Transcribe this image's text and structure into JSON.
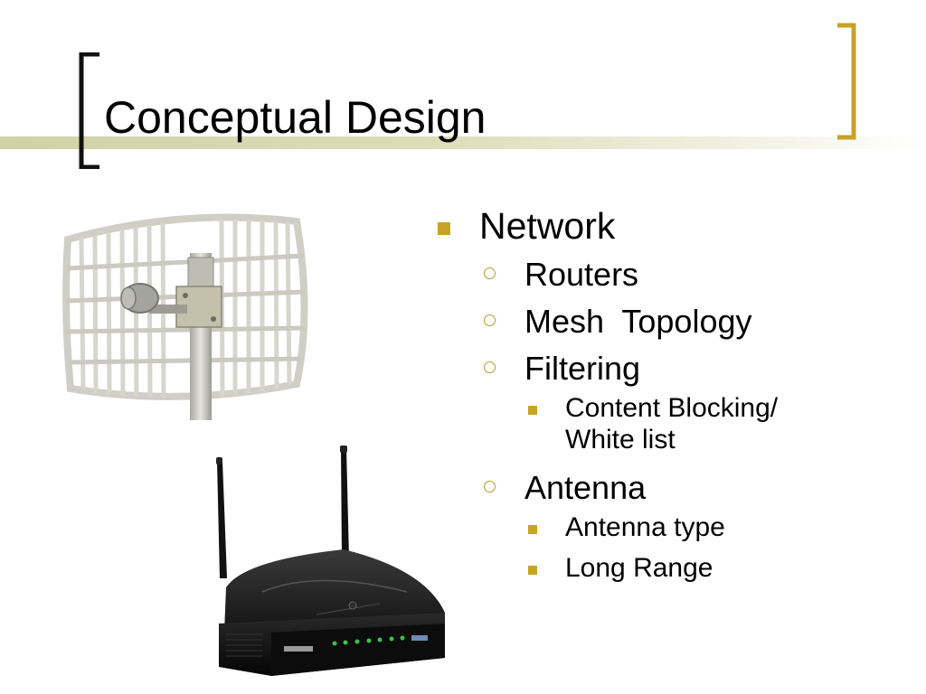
{
  "slide": {
    "title": "Conceptual Design",
    "bullets": {
      "network": "Network",
      "routers": "Routers",
      "mesh": "Mesh  Topology",
      "filtering": "Filtering",
      "content_blocking_line1": "Content Blocking/",
      "content_blocking_line2": "White list",
      "antenna": "Antenna",
      "antenna_type": "Antenna type",
      "long_range": "Long Range"
    }
  },
  "colors": {
    "accent": "#c8a324",
    "title_rule": "#d2d2a6",
    "text": "#000000"
  },
  "images": {
    "antenna": "grid-antenna-photo",
    "router": "wireless-router-photo"
  }
}
